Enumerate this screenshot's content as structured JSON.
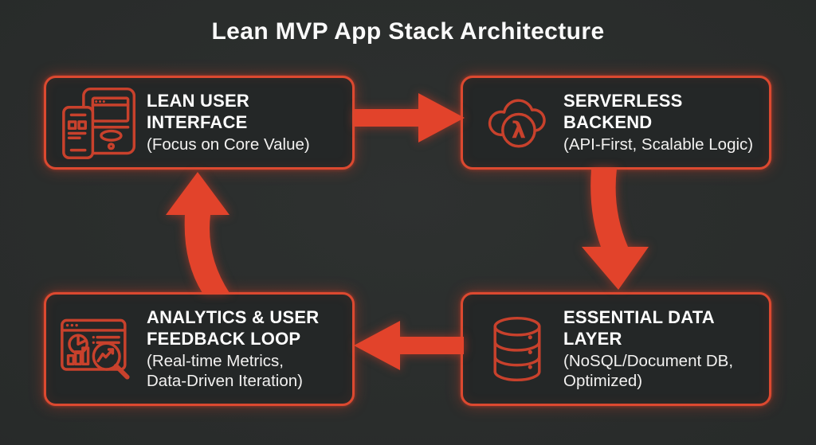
{
  "title": "Lean MVP App Stack Architecture",
  "colors": {
    "background": "#282b2a",
    "box_fill": "#242727",
    "accent_border": "#dc4930",
    "arrow_fill": "#e2432b",
    "icon_stroke": "#c8412c",
    "heading_text": "#ffffff",
    "subtitle_text": "#f2f1f0"
  },
  "nodes": [
    {
      "id": "lean-user-interface",
      "icon": "devices-icon",
      "title_lines": [
        "LEAN USER INTERFACE"
      ],
      "subtitle_lines": [
        "(Focus on Core Value)"
      ]
    },
    {
      "id": "serverless-backend",
      "icon": "cloud-lambda-icon",
      "lambda_symbol": "λ",
      "title_lines": [
        "SERVERLESS BACKEND"
      ],
      "subtitle_lines": [
        "(API-First, Scalable Logic)"
      ]
    },
    {
      "id": "essential-data-layer",
      "icon": "database-icon",
      "title_lines": [
        "ESSENTIAL DATA LAYER"
      ],
      "subtitle_lines": [
        "(NoSQL/Document DB,",
        "Optimized)"
      ]
    },
    {
      "id": "analytics-user-feedback-loop",
      "icon": "analytics-dashboard-icon",
      "title_lines": [
        "ANALYTICS & USER",
        "FEEDBACK LOOP"
      ],
      "subtitle_lines": [
        "(Real-time Metrics,",
        "Data-Driven Iteration)"
      ]
    }
  ],
  "arrows": [
    {
      "id": "ui-to-backend",
      "from": "lean-user-interface",
      "to": "serverless-backend",
      "direction": "right"
    },
    {
      "id": "backend-to-data",
      "from": "serverless-backend",
      "to": "essential-data-layer",
      "direction": "down"
    },
    {
      "id": "data-to-analytics",
      "from": "essential-data-layer",
      "to": "analytics-user-feedback-loop",
      "direction": "left"
    },
    {
      "id": "analytics-to-ui",
      "from": "analytics-user-feedback-loop",
      "to": "lean-user-interface",
      "direction": "up"
    }
  ]
}
